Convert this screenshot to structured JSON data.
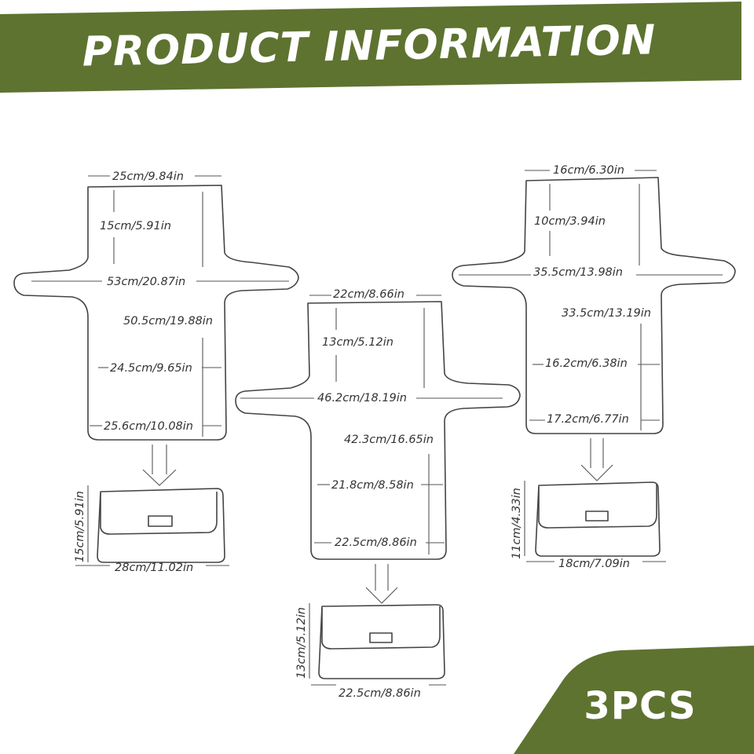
{
  "header": {
    "title": "PRODUCT INFORMATION"
  },
  "colors": {
    "accent": "#5e7330",
    "line": "#444444",
    "text": "#333333"
  },
  "badge": {
    "label": "3PCS"
  },
  "pieces": {
    "left": {
      "top_width": "25cm/9.84in",
      "neck_height": "15cm/5.91in",
      "arm_span": "53cm/20.87in",
      "body_height": "50.5cm/19.88in",
      "waist_width": "24.5cm/9.65in",
      "bottom_width": "25.6cm/10.08in",
      "pouch_height": "15cm/5.91in",
      "pouch_width": "28cm/11.02in"
    },
    "middle": {
      "top_width": "22cm/8.66in",
      "neck_height": "13cm/5.12in",
      "arm_span": "46.2cm/18.19in",
      "body_height": "42.3cm/16.65in",
      "waist_width": "21.8cm/8.58in",
      "bottom_width": "22.5cm/8.86in",
      "pouch_height": "13cm/5.12in",
      "pouch_width": "22.5cm/8.86in"
    },
    "right": {
      "top_width": "16cm/6.30in",
      "neck_height": "10cm/3.94in",
      "arm_span": "35.5cm/13.98in",
      "body_height": "33.5cm/13.19in",
      "waist_width": "16.2cm/6.38in",
      "bottom_width": "17.2cm/6.77in",
      "pouch_height": "11cm/4.33in",
      "pouch_width": "18cm/7.09in"
    }
  }
}
